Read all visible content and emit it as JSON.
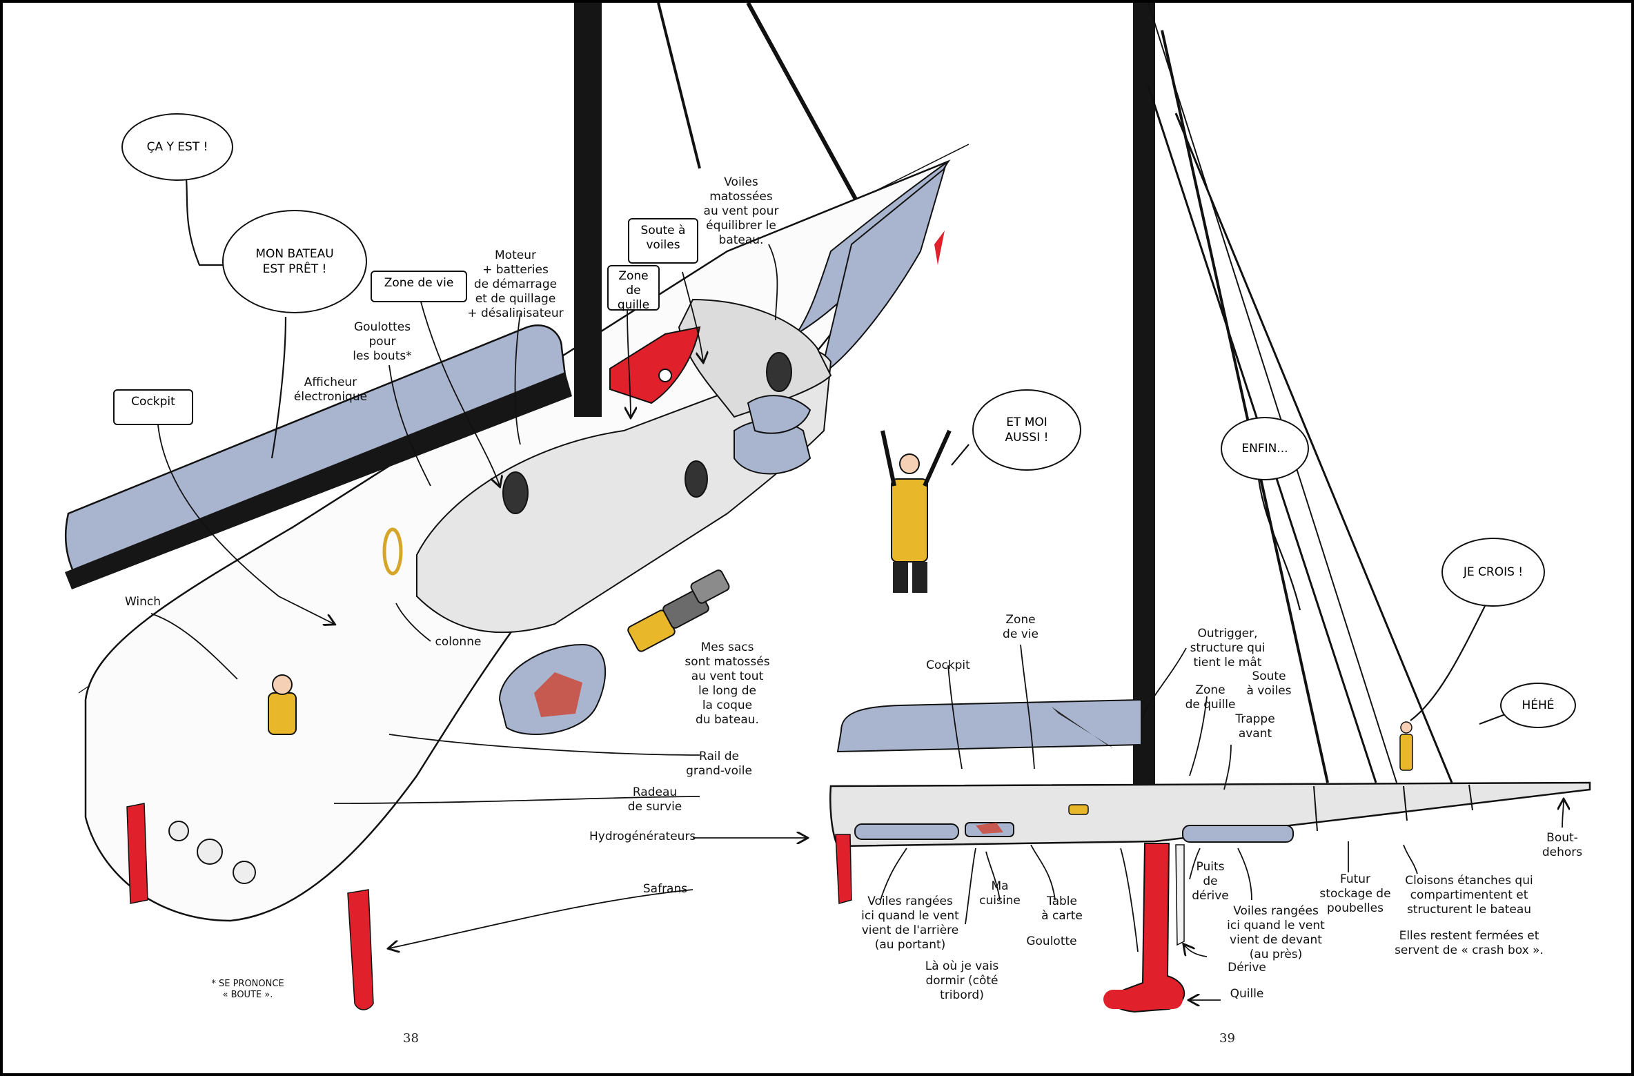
{
  "pages": {
    "left": "38",
    "right": "39"
  },
  "bubbles": {
    "ca_y_est": "ÇA Y EST !",
    "mon_bateau": "MON BATEAU\nEST PRÊT !",
    "et_moi": "ET MOI\nAUSSI !",
    "enfin": "ENFIN...",
    "je_crois": "JE CROIS !",
    "hehe": "HÉHÉ"
  },
  "left_labels": {
    "cockpit": "Cockpit",
    "zone_de_vie": "Zone de vie",
    "zone_de_quille": "Zone de\nquille",
    "soute_a_voiles": "Soute à\nvoiles",
    "afficheur": "Afficheur\nélectronique",
    "goulottes": "Goulottes\npour\nles bouts*",
    "moteur": "Moteur\n+ batteries\nde démarrage\net de quillage\n+ désalinisateur",
    "voiles_matossees": "Voiles\nmatossées\nau vent pour\néquilibrer le\nbateau.",
    "winch": "Winch",
    "colonne": "colonne",
    "mes_sacs": "Mes sacs\nsont matossés\nau vent tout\nle long de\nla coque\ndu bateau.",
    "rail": "Rail de\ngrand-voile",
    "radeau": "Radeau\nde survie",
    "hydro": "Hydrogénérateurs",
    "safrans": "Safrans",
    "footnote": "* SE PRONONCE\n« BOUTE »."
  },
  "right_labels": {
    "cockpit": "Cockpit",
    "zone_de_vie": "Zone\nde vie",
    "outrigger": "Outrigger,\nstructure qui\ntient le mât",
    "zone_de_quille": "Zone\nde quille",
    "soute_a_voiles": "Soute\nà voiles",
    "trappe": "Trappe\navant",
    "bout_dehors": "Bout-\ndehors",
    "voiles_arriere": "Voiles rangées\nici quand le vent\nvient de l'arrière\n(au portant)",
    "ma_cuisine": "Ma\ncuisine",
    "table": "Table\nà carte",
    "puits": "Puits\nde dérive",
    "voiles_devant": "Voiles rangées\nici quand le vent\nvient de devant\n(au près)",
    "futur": "Futur\nstockage de\npoubelles",
    "cloisons": "Cloisons étanches qui\ncompartimentent et\nstructurent le bateau",
    "elles": "Elles restent fermées et\nservent de « crash box ».",
    "la_ou": "Là où je vais\ndormir (côté\ntribord)",
    "goulotte": "Goulotte",
    "derive": "Dérive",
    "quille": "Quille"
  },
  "colors": {
    "sail_blue": "#a9b5cf",
    "red": "#e0202a",
    "yellow": "#e9b82a",
    "ink": "#111111"
  }
}
